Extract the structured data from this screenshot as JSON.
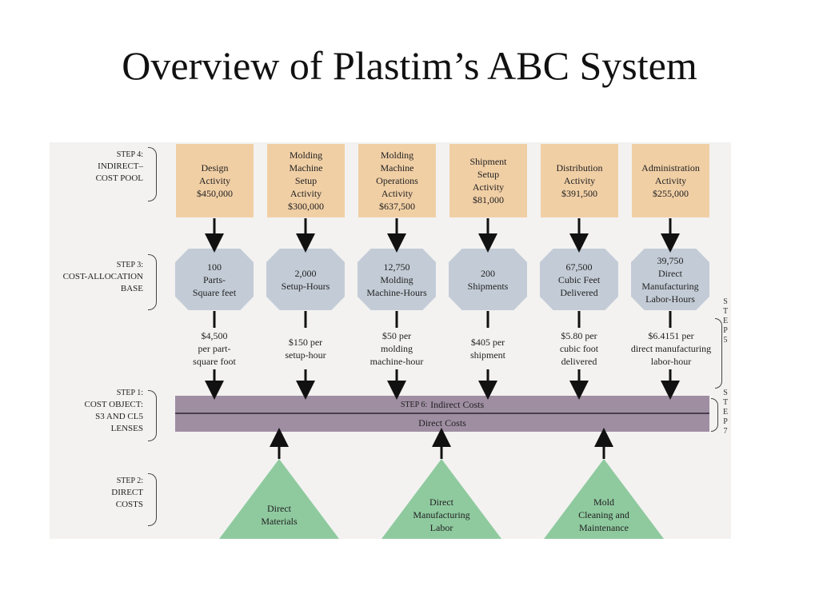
{
  "title": "Overview of Plastim’s ABC System",
  "steps": {
    "step4": {
      "tag": "STEP 4:",
      "lines": [
        "INDIRECT–",
        "COST POOL"
      ]
    },
    "step3": {
      "tag": "STEP 3:",
      "lines": [
        "COST-ALLOCATION",
        "BASE"
      ]
    },
    "step1": {
      "tag": "STEP 1:",
      "lines": [
        "COST OBJECT:",
        "S3 AND CL5",
        "LENSES"
      ]
    },
    "step2": {
      "tag": "STEP 2:",
      "lines": [
        "DIRECT",
        "COSTS"
      ]
    },
    "step5_letters": [
      "S",
      "T",
      "E",
      "P",
      "5"
    ],
    "step7_letters": [
      "S",
      "T",
      "E",
      "P",
      "7"
    ]
  },
  "cost_pools": [
    {
      "lines": [
        "Design",
        "Activity",
        "$450,000"
      ]
    },
    {
      "lines": [
        "Molding",
        "Machine",
        "Setup",
        "Activity",
        "$300,000"
      ]
    },
    {
      "lines": [
        "Molding",
        "Machine",
        "Operations",
        "Activity",
        "$637,500"
      ]
    },
    {
      "lines": [
        "Shipment",
        "Setup",
        "Activity",
        "$81,000"
      ]
    },
    {
      "lines": [
        "Distribution",
        "Activity",
        "$391,500"
      ]
    },
    {
      "lines": [
        "Administration",
        "Activity",
        "$255,000"
      ]
    }
  ],
  "allocation_bases": [
    {
      "lines": [
        "100",
        "Parts-",
        "Square feet"
      ]
    },
    {
      "lines": [
        "2,000",
        "Setup-Hours"
      ]
    },
    {
      "lines": [
        "12,750",
        "Molding",
        "Machine-Hours"
      ]
    },
    {
      "lines": [
        "200",
        "Shipments"
      ]
    },
    {
      "lines": [
        "67,500",
        "Cubic Feet",
        "Delivered"
      ]
    },
    {
      "lines": [
        "39,750",
        "Direct",
        "Manufacturing",
        "Labor-Hours"
      ]
    }
  ],
  "rates": [
    {
      "lines": [
        "$4,500",
        "per part-",
        "square foot"
      ]
    },
    {
      "lines": [
        "$150 per",
        "setup-hour"
      ]
    },
    {
      "lines": [
        "$50 per",
        "molding",
        "machine-hour"
      ]
    },
    {
      "lines": [
        "$405 per",
        "shipment"
      ]
    },
    {
      "lines": [
        "$5.80 per",
        "cubic foot",
        "delivered"
      ]
    },
    {
      "lines": [
        "$6.4151 per",
        "direct manufacturing",
        "labor-hour"
      ]
    }
  ],
  "cost_object": {
    "step6_tag": "STEP 6:",
    "indirect_label": "Indirect Costs",
    "direct_label": "Direct Costs"
  },
  "direct_costs": [
    {
      "lines": [
        "Direct",
        "Materials"
      ]
    },
    {
      "lines": [
        "Direct",
        "Manufacturing",
        "Labor"
      ]
    },
    {
      "lines": [
        "Mold",
        "Cleaning and",
        "Maintenance"
      ]
    }
  ],
  "colors": {
    "pool": "#f1cfa5",
    "base": "#c3ccd6",
    "bar": "#9f8ea2",
    "triangle": "#8fca9f"
  }
}
